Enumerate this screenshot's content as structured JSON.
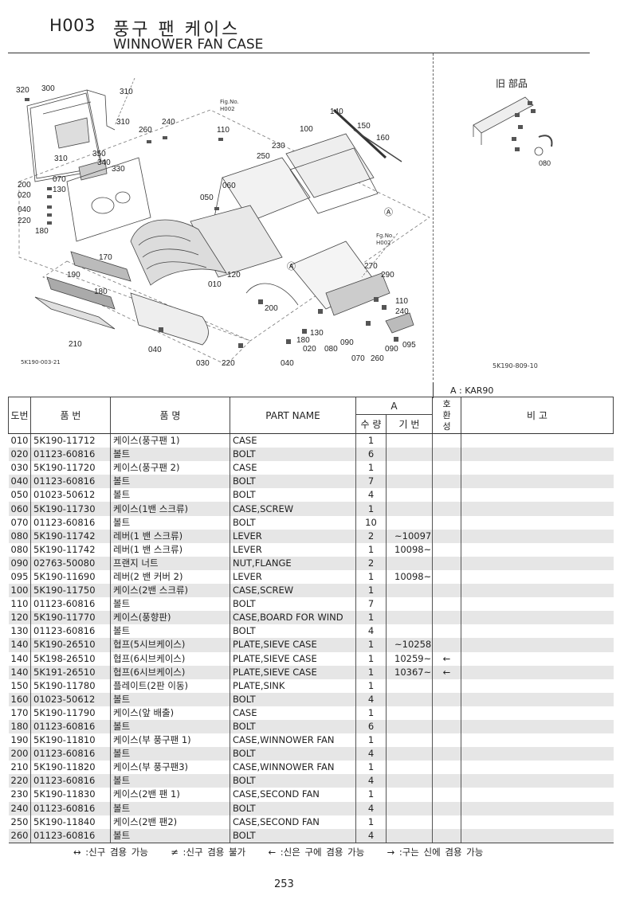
{
  "header": {
    "code": "H003",
    "title_ko": "풍구 팬 케이스",
    "title_en": "WINNOWER FAN CASE"
  },
  "diagram": {
    "callouts": [
      "320",
      "300",
      "310",
      "310",
      "310",
      "240",
      "260",
      "110",
      "140",
      "150",
      "160",
      "100",
      "230",
      "250",
      "350",
      "340",
      "330",
      "070",
      "130",
      "200",
      "020",
      "040",
      "220",
      "180",
      "050",
      "060",
      "010",
      "120",
      "170",
      "190",
      "180",
      "210",
      "040",
      "030",
      "220",
      "200",
      "270",
      "290",
      "110",
      "240",
      "130",
      "180",
      "020",
      "040",
      "080",
      "090",
      "070",
      "260",
      "090",
      "095",
      "Ⓐ",
      "Ⓐ"
    ],
    "figno_1": "Fig.No. H002",
    "figno_2": "Fg.No. H002",
    "code_left": "5K190-003-21",
    "code_right": "5K190-809-10"
  },
  "old_parts": {
    "title": "旧 部品",
    "callout": "080"
  },
  "legend_model": "A : KAR90",
  "table": {
    "headers": {
      "ref": "도번",
      "part_no": "품   번",
      "name_ko": "품   명",
      "part_name": "PART  NAME",
      "group_a": "A",
      "qty": "수 량",
      "serial": "기 번",
      "interchange": "호 환 성",
      "remarks": "비     고"
    },
    "rows": [
      {
        "ref": "010",
        "part": "5K190-11712",
        "ko": "케이스(풍구팬 1)",
        "en": "CASE",
        "qty": "1",
        "ser": "",
        "mark": ""
      },
      {
        "ref": "020",
        "part": "01123-60816",
        "ko": "볼트",
        "en": "BOLT",
        "qty": "6",
        "ser": "",
        "mark": ""
      },
      {
        "ref": "030",
        "part": "5K190-11720",
        "ko": "케이스(풍구팬 2)",
        "en": "CASE",
        "qty": "1",
        "ser": "",
        "mark": ""
      },
      {
        "ref": "040",
        "part": "01123-60816",
        "ko": "볼트",
        "en": "BOLT",
        "qty": "7",
        "ser": "",
        "mark": ""
      },
      {
        "ref": "050",
        "part": "01023-50612",
        "ko": "볼트",
        "en": "BOLT",
        "qty": "4",
        "ser": "",
        "mark": ""
      },
      {
        "ref": "060",
        "part": "5K190-11730",
        "ko": "케이스(1밴 스크류)",
        "en": "CASE,SCREW",
        "qty": "1",
        "ser": "",
        "mark": ""
      },
      {
        "ref": "070",
        "part": "01123-60816",
        "ko": "볼트",
        "en": "BOLT",
        "qty": "10",
        "ser": "",
        "mark": ""
      },
      {
        "ref": "080",
        "part": "5K190-11742",
        "ko": "레버(1 밴 스크류)",
        "en": "LEVER",
        "qty": "2",
        "ser": "~10097",
        "mark": ""
      },
      {
        "ref": "080",
        "part": "5K190-11742",
        "ko": "레버(1 밴 스크류)",
        "en": "LEVER",
        "qty": "1",
        "ser": "10098~",
        "mark": ""
      },
      {
        "ref": "090",
        "part": "02763-50080",
        "ko": "프랜지 너트",
        "en": "NUT,FLANGE",
        "qty": "2",
        "ser": "",
        "mark": ""
      },
      {
        "ref": "095",
        "part": "5K190-11690",
        "ko": "레버(2 밴 커버 2)",
        "en": "LEVER",
        "qty": "1",
        "ser": "10098~",
        "mark": ""
      },
      {
        "ref": "100",
        "part": "5K190-11750",
        "ko": "케이스(2밴 스크류)",
        "en": "CASE,SCREW",
        "qty": "1",
        "ser": "",
        "mark": ""
      },
      {
        "ref": "110",
        "part": "01123-60816",
        "ko": "볼트",
        "en": "BOLT",
        "qty": "7",
        "ser": "",
        "mark": ""
      },
      {
        "ref": "120",
        "part": "5K190-11770",
        "ko": "케이스(풍향판)",
        "en": "CASE,BOARD FOR WIND",
        "qty": "1",
        "ser": "",
        "mark": ""
      },
      {
        "ref": "130",
        "part": "01123-60816",
        "ko": "볼트",
        "en": "BOLT",
        "qty": "4",
        "ser": "",
        "mark": ""
      },
      {
        "ref": "140",
        "part": "5K190-26510",
        "ko": "협프(5시브케이스)",
        "en": "PLATE,SIEVE CASE",
        "qty": "1",
        "ser": "~10258",
        "mark": ""
      },
      {
        "ref": "140",
        "part": "5K198-26510",
        "ko": "협프(6시브케이스)",
        "en": "PLATE,SIEVE CASE",
        "qty": "1",
        "ser": "10259~",
        "mark": "←"
      },
      {
        "ref": "140",
        "part": "5K191-26510",
        "ko": "협프(6시브케이스)",
        "en": "PLATE,SIEVE CASE",
        "qty": "1",
        "ser": "10367~",
        "mark": "←"
      },
      {
        "ref": "150",
        "part": "5K190-11780",
        "ko": "플레이트(2판 이동)",
        "en": "PLATE,SINK",
        "qty": "1",
        "ser": "",
        "mark": ""
      },
      {
        "ref": "160",
        "part": "01023-50612",
        "ko": "볼트",
        "en": "BOLT",
        "qty": "4",
        "ser": "",
        "mark": ""
      },
      {
        "ref": "170",
        "part": "5K190-11790",
        "ko": "케이스(앞 배출)",
        "en": "CASE",
        "qty": "1",
        "ser": "",
        "mark": ""
      },
      {
        "ref": "180",
        "part": "01123-60816",
        "ko": "볼트",
        "en": "BOLT",
        "qty": "6",
        "ser": "",
        "mark": ""
      },
      {
        "ref": "190",
        "part": "5K190-11810",
        "ko": "케이스(부 풍구팬 1)",
        "en": "CASE,WINNOWER FAN",
        "qty": "1",
        "ser": "",
        "mark": ""
      },
      {
        "ref": "200",
        "part": "01123-60816",
        "ko": "볼트",
        "en": "BOLT",
        "qty": "4",
        "ser": "",
        "mark": ""
      },
      {
        "ref": "210",
        "part": "5K190-11820",
        "ko": "케이스(부 풍구팬3)",
        "en": "CASE,WINNOWER FAN",
        "qty": "1",
        "ser": "",
        "mark": ""
      },
      {
        "ref": "220",
        "part": "01123-60816",
        "ko": "볼트",
        "en": "BOLT",
        "qty": "4",
        "ser": "",
        "mark": ""
      },
      {
        "ref": "230",
        "part": "5K190-11830",
        "ko": "케이스(2밴 팬 1)",
        "en": "CASE,SECOND FAN",
        "qty": "1",
        "ser": "",
        "mark": ""
      },
      {
        "ref": "240",
        "part": "01123-60816",
        "ko": "볼트",
        "en": "BOLT",
        "qty": "4",
        "ser": "",
        "mark": ""
      },
      {
        "ref": "250",
        "part": "5K190-11840",
        "ko": "케이스(2밴 팬2)",
        "en": "CASE,SECOND FAN",
        "qty": "1",
        "ser": "",
        "mark": ""
      },
      {
        "ref": "260",
        "part": "01123-60816",
        "ko": "볼트",
        "en": "BOLT",
        "qty": "4",
        "ser": "",
        "mark": ""
      }
    ]
  },
  "footer": {
    "note1": "↔ :신구 겸용 가능",
    "note2": "≠ :신구 겸용 불가",
    "note3": "← :신은 구에 겸용 가능",
    "note4": "→ :구는 신에 겸용 가능"
  },
  "page_number": "253"
}
